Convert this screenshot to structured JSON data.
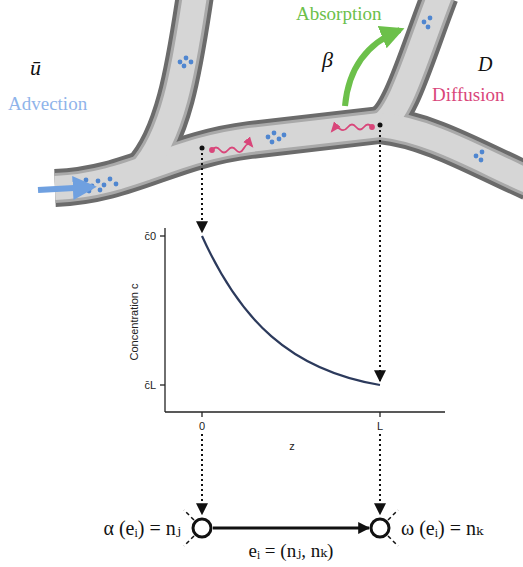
{
  "diagram": {
    "nodes": [
      {
        "text": [
          "α (eᵢ) = nⱼ"
        ]
      },
      {
        "text": [
          "ω (eᵢ) = nₖ"
        ]
      }
    ],
    "edges": [
      {
        "from": 0,
        "to": 1,
        "arrow": "to",
        "label": "eᵢ = (nⱼ, nₖ)"
      }
    ],
    "labels": [
      "ū",
      "Advection",
      "Absorption",
      "β",
      "D",
      "Diffusion",
      "c̄0",
      "c̄L",
      "Concentration c",
      "0",
      "L",
      "z"
    ]
  }
}
